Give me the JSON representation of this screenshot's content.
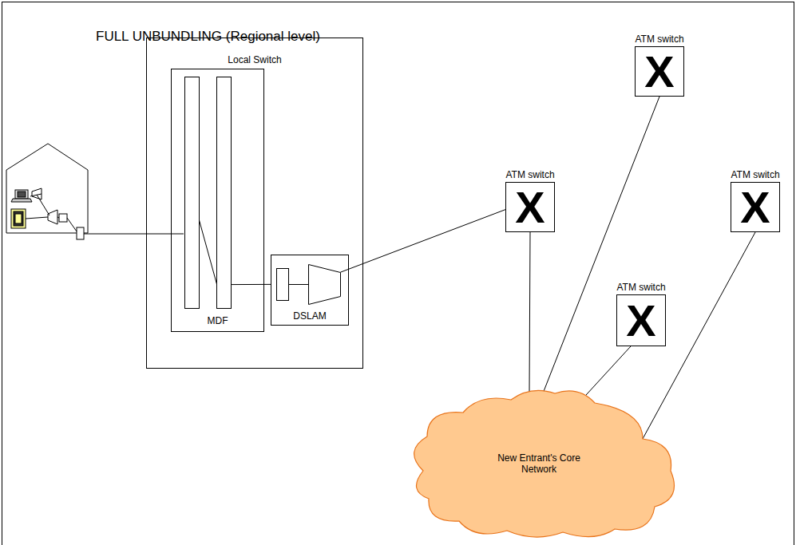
{
  "diagram": {
    "title": "FULL UNBUNDLING (Regional level)",
    "nodes": [
      {
        "text": [
          "Local Switch"
        ]
      },
      {
        "text": [
          "MDF"
        ],
        "in": 0
      },
      {
        "text": [
          "DSLAM"
        ],
        "in": 0
      },
      {
        "text": [
          "ATM switch",
          "X"
        ]
      },
      {
        "text": [
          "ATM switch",
          "X"
        ]
      },
      {
        "text": [
          "ATM switch",
          "X"
        ]
      },
      {
        "text": [
          "ATM switch",
          "X"
        ]
      },
      {
        "text": [
          "New Entrant's Core Network"
        ]
      }
    ],
    "edges": [
      {
        "from": 1,
        "to": 2,
        "arrow": "none"
      },
      {
        "from": 2,
        "to": 4,
        "arrow": "none"
      },
      {
        "from": 4,
        "to": 7,
        "arrow": "none"
      },
      {
        "from": 3,
        "to": 7,
        "arrow": "none"
      },
      {
        "from": 6,
        "to": 7,
        "arrow": "none"
      },
      {
        "from": 5,
        "to": 7,
        "arrow": "none"
      }
    ]
  }
}
